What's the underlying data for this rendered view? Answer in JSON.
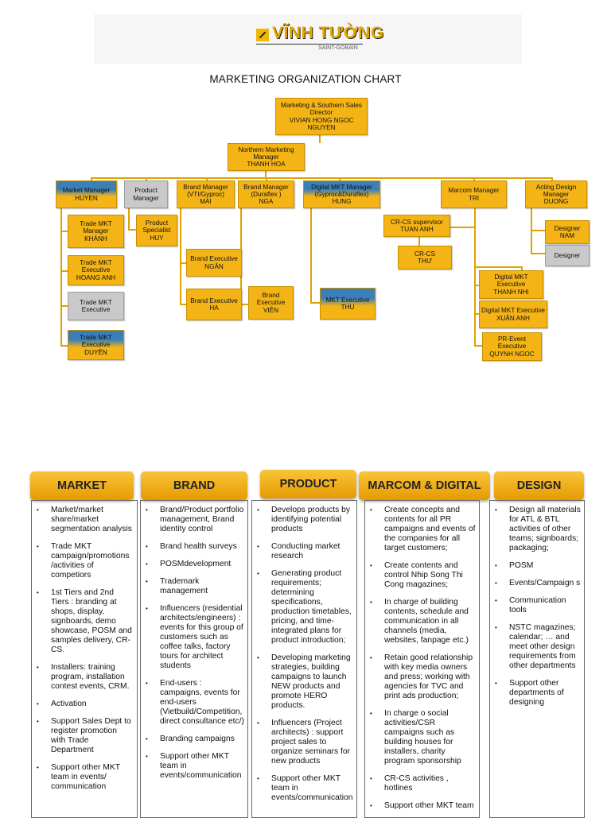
{
  "logo": {
    "brand": "VĨNH TƯỜNG",
    "sub": "SAINT-GOBAIN"
  },
  "title": "MARKETING ORGANIZATION CHART",
  "org": {
    "director": {
      "role": "Marketing &  Southern Sales Director",
      "name": "VIVIAN HONG NGOC NGUYEN"
    },
    "northern": {
      "role": "Northern Marketing Manager",
      "name": "THANH HOA"
    },
    "market_manager": {
      "role": "Market Manager",
      "name": "HUYEN"
    },
    "product_manager": {
      "role": "Product Manager"
    },
    "brand_vti": {
      "role": "Brand Manager (VTI/Gyproc)",
      "name": "MAI"
    },
    "brand_duraflex": {
      "role": "Brand Manager (Duraflex )",
      "name": "NGA"
    },
    "digital_manager": {
      "role": "Digital MKT Manager (Gyproc&Duraflex)",
      "name": "HUNG"
    },
    "marcom_manager": {
      "role": "Marcom Manager",
      "name": "TRI"
    },
    "design_manager": {
      "role": "Acting Design Manager",
      "name": "DUONG"
    },
    "trade_mkt_manager": {
      "role": "Trade MKT Manager",
      "name": "KHÁNH"
    },
    "product_specialist": {
      "role": "Product Specialist",
      "name": "HUY"
    },
    "trade_exec_1": {
      "role": "Trade MKT Executive",
      "name": "HOANG ANH"
    },
    "trade_exec_2": {
      "role": "Trade MKT Executive"
    },
    "trade_exec_3": {
      "role": "Trade MKT Executive",
      "name": "DUYÊN"
    },
    "brand_exec_ngan": {
      "role": "Brand Executive",
      "name": "NGÂN"
    },
    "brand_exec_ha": {
      "role": "Brand Executive",
      "name": "HA"
    },
    "brand_exec_vien": {
      "role": "Brand Executive",
      "name": "VIÊN"
    },
    "mkt_exec": {
      "role": "MKT Executive",
      "name": "THU"
    },
    "crcs_supervisor": {
      "role": "CR-CS supervisor",
      "name": "TUAN ANH"
    },
    "crcs": {
      "role": "CR-CS",
      "name": "THƯ"
    },
    "digital_exec_1": {
      "role": "Digital MKT Executive",
      "name": "THANH NHI"
    },
    "digital_exec_2": {
      "role": "Digital MKT Executive",
      "name": "XUÂN ANH"
    },
    "pr_event": {
      "role": "PR-Event Executive",
      "name": "QUYNH NGOC"
    },
    "designer_1": {
      "role": "Designer",
      "name": "NAM"
    },
    "designer_2": {
      "role": "Designer"
    }
  },
  "columns": [
    {
      "header": "MARKET",
      "items": [
        "Market/market share/market segmentation analysis",
        "Trade MKT campaign/promotions /activities of competiors",
        "1st Tiers and 2nd Tiers :  branding at shops, display, signboards, demo showcase, POSM and samples delivery, CR-CS.",
        "Installers:  training program, installation contest events, CRM.",
        "Activation",
        "Support Sales Dept to register promotion with Trade Department",
        "Support other MKT team in events/ communication"
      ]
    },
    {
      "header": "BRAND",
      "items": [
        "Brand/Product portfolio management, Brand identity control",
        "Brand health surveys",
        "POSMdevelopment",
        "Trademark management",
        "Influencers (residential architects/engineers) : events for this group of customers such as coffee talks, factory tours  for architect students",
        "End-users : campaigns, events for end-users (Vietbuild/Competition, direct consultance etc/)",
        "Branding campaigns",
        "Support other MKT team in events/communication"
      ]
    },
    {
      "header": "PRODUCT",
      "items": [
        "Develops products by identifying potential products",
        "Conducting market research",
        "Generating product requirements; determining specifications, production timetables, pricing, and time-integrated plans for product introduction;",
        "Developing marketing strategies, building campaigns to launch NEW products and promote HERO products.",
        "Influencers (Project architects) :  support project sales to organize seminars for new products",
        "Support other MKT team in events/communication"
      ]
    },
    {
      "header": "MARCOM & DIGITAL",
      "items": [
        "Create concepts and contents for all PR campaigns and events of the companies for all target customers;",
        "Create contents and control Nhip Song Thi Cong magazines;",
        "In charge of   building contents, schedule  and communication in all channels (media, websites, fanpage etc.)",
        "Retain good relationship with key media owners and press;  working with agencies for TVC and print ads production;",
        "In charge o social activities/CSR campaigns such as building houses for installers, charity program sponsorship",
        "CR-CS activities , hotlines",
        "Support other MKT team"
      ]
    },
    {
      "header": "DESIGN",
      "items": [
        "Design all materials for ATL & BTL activities of other teams; signboards; packaging;",
        "POSM",
        "Events/Campaign s",
        "Communication tools",
        "NSTC magazines; calendar; … and meet other design requirements from other departments",
        "Support other departments of designing"
      ]
    }
  ]
}
